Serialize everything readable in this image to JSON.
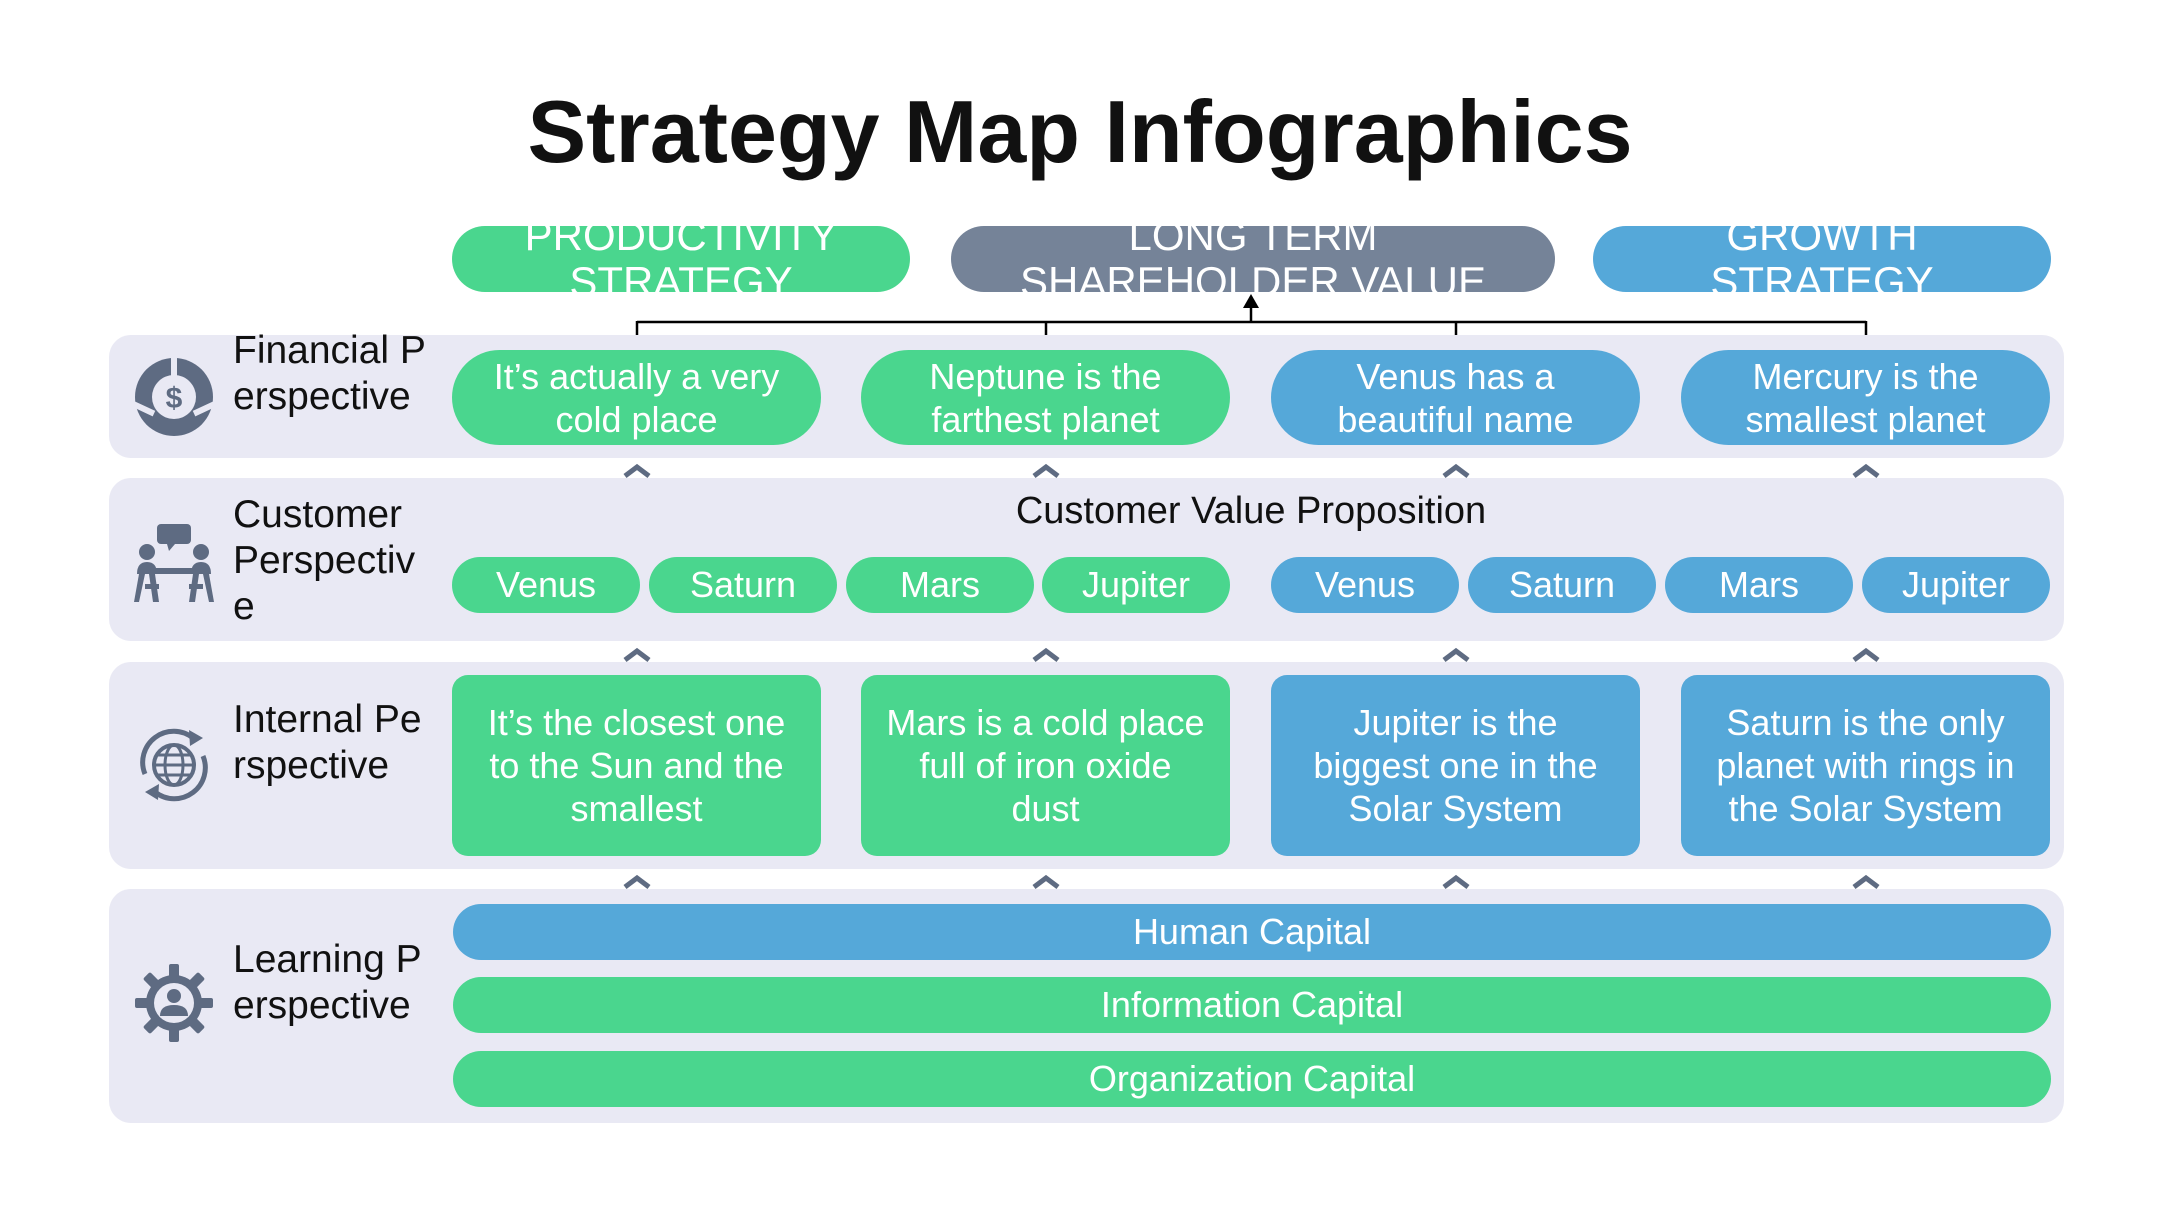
{
  "title": "Strategy Map Infographics",
  "top_pills": [
    {
      "label": "PRODUCTIVITY STRATEGY",
      "color": "#4ad68e"
    },
    {
      "label": "LONG TERM SHAREHOLDER VALUE",
      "color": "#758398"
    },
    {
      "label": "GROWTH STRATEGY",
      "color": "#55a8d9"
    }
  ],
  "financial": {
    "label": "Financial Perspective",
    "icon": "dollar-circle-icon",
    "items": [
      "It’s actually a very cold place",
      "Neptune is the farthest planet",
      "Venus has a beautiful name",
      "Mercury is the smallest planet"
    ]
  },
  "customer": {
    "label": "Customer Perspective",
    "icon": "meeting-people-icon",
    "heading": "Customer Value Proposition",
    "items": [
      "Venus",
      "Saturn",
      "Mars",
      "Jupiter",
      "Venus",
      "Saturn",
      "Mars",
      "Jupiter"
    ]
  },
  "internal": {
    "label": "Internal Perspective",
    "icon": "globe-cycle-icon",
    "items": [
      "It’s the closest one to the Sun and the smallest",
      "Mars is a cold place full of iron oxide dust",
      "Jupiter is the biggest one in the Solar System",
      "Saturn is the only planet with rings in the Solar System"
    ]
  },
  "learning": {
    "label": "Learning Perspective",
    "icon": "gear-person-icon",
    "items": [
      "Human Capital",
      "Information Capital",
      "Organization Capital"
    ]
  },
  "colors": {
    "green": "#4ad68e",
    "blue": "#55a8d9",
    "gray": "#758398",
    "band": "#e9e9f4",
    "icon": "#5e6b82"
  }
}
